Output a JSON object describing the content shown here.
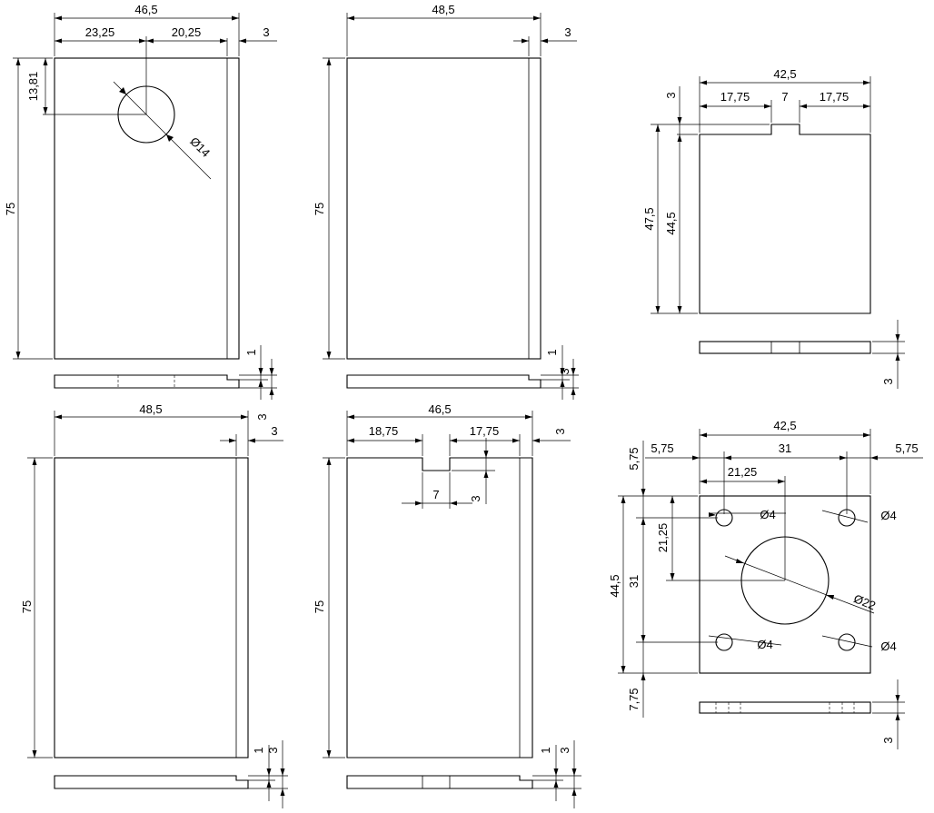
{
  "labels": {
    "p1_w": "46,5",
    "p1_a": "23,25",
    "p1_b": "20,25",
    "p1_t": "3",
    "p1_hole_y": "13,81",
    "p1_h": "75",
    "p1_hole_d": "Ø14",
    "p1_s1": "1",
    "p1_s3": "3",
    "p2_w": "48,5",
    "p2_t": "3",
    "p2_h": "75",
    "p2_s1": "1",
    "p2_s3": "3",
    "p3_w": "48,5",
    "p3_t": "3",
    "p3_h": "75",
    "p3_s1": "1",
    "p3_s3": "3",
    "p4_w": "46,5",
    "p4_a": "18,75",
    "p4_b": "17,75",
    "p4_t": "3",
    "p4_slot_w": "7",
    "p4_slot_d": "3",
    "p4_h": "75",
    "p4_s1": "1",
    "p4_s3": "3",
    "p5_w": "42,5",
    "p5_a": "17,75",
    "p5_slot": "7",
    "p5_b": "17,75",
    "p5_t": "3",
    "p5_h1": "47,5",
    "p5_h2": "44,5",
    "p5_s3": "3",
    "p6_w": "42,5",
    "p6_ml": "5,75",
    "p6_mr": "5,75",
    "p6_c": "31",
    "p6_cx": "21,25",
    "p6_mt": "5,75",
    "p6_cy": "21,25",
    "p6_h": "44,5",
    "p6_cv": "31",
    "p6_mb": "7,75",
    "p6_d1": "Ø4",
    "p6_d2": "Ø4",
    "p6_d3": "Ø4",
    "p6_d4": "Ø4",
    "p6_dc": "Ø22",
    "p6_s3": "3"
  }
}
